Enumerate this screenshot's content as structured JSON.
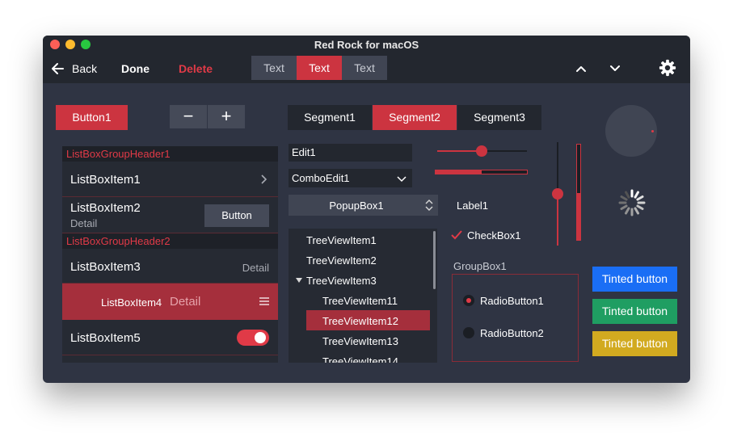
{
  "window": {
    "title": "Red Rock for macOS"
  },
  "toolbar": {
    "back_label": "Back",
    "done_label": "Done",
    "delete_label": "Delete",
    "segments": [
      "Text",
      "Text",
      "Text"
    ],
    "selected_segment": 1
  },
  "controls": {
    "button1_label": "Button1",
    "stepper_minus": "−",
    "stepper_plus": "+",
    "segments": [
      "Segment1",
      "Segment2",
      "Segment3"
    ],
    "selected_segment": 1
  },
  "listbox": {
    "header1": "ListBoxGroupHeader1",
    "header2": "ListBoxGroupHeader2",
    "item1": "ListBoxItem1",
    "item2": "ListBoxItem2",
    "item2_detail": "Detail",
    "item2_button": "Button",
    "item3": "ListBoxItem3",
    "item3_detail": "Detail",
    "item4": "ListBoxItem4",
    "item4_detail": "Detail",
    "item5": "ListBoxItem5",
    "item5_toggle_on": true
  },
  "inputs": {
    "edit1": "Edit1",
    "comboedit1": "ComboEdit1",
    "popupbox1": "PopupBox1",
    "label1": "Label1",
    "checkbox1": "CheckBox1",
    "checkbox1_checked": true
  },
  "sliders": {
    "horizontal_value": 0.5,
    "horizontal_progress": 0.5,
    "vertical_value": 0.5,
    "vertical_progress": 0.5
  },
  "tree": {
    "items": [
      "TreeViewItem1",
      "TreeViewItem2",
      "TreeViewItem3",
      "TreeViewItem11",
      "TreeViewItem12",
      "TreeViewItem13",
      "TreeViewItem14"
    ],
    "selected": "TreeViewItem12"
  },
  "groupbox": {
    "title": "GroupBox1",
    "radio1": "RadioButton1",
    "radio2": "RadioButton2",
    "selected_radio": "RadioButton1"
  },
  "tinted_buttons": [
    {
      "label": "Tinted button",
      "color": "#1a6ef5"
    },
    {
      "label": "Tinted button",
      "color": "#1f9e62"
    },
    {
      "label": "Tinted button",
      "color": "#d2aa20"
    }
  ],
  "colors": {
    "accent": "#cc3440",
    "panel": "#2f3443",
    "bar": "#23272f"
  }
}
